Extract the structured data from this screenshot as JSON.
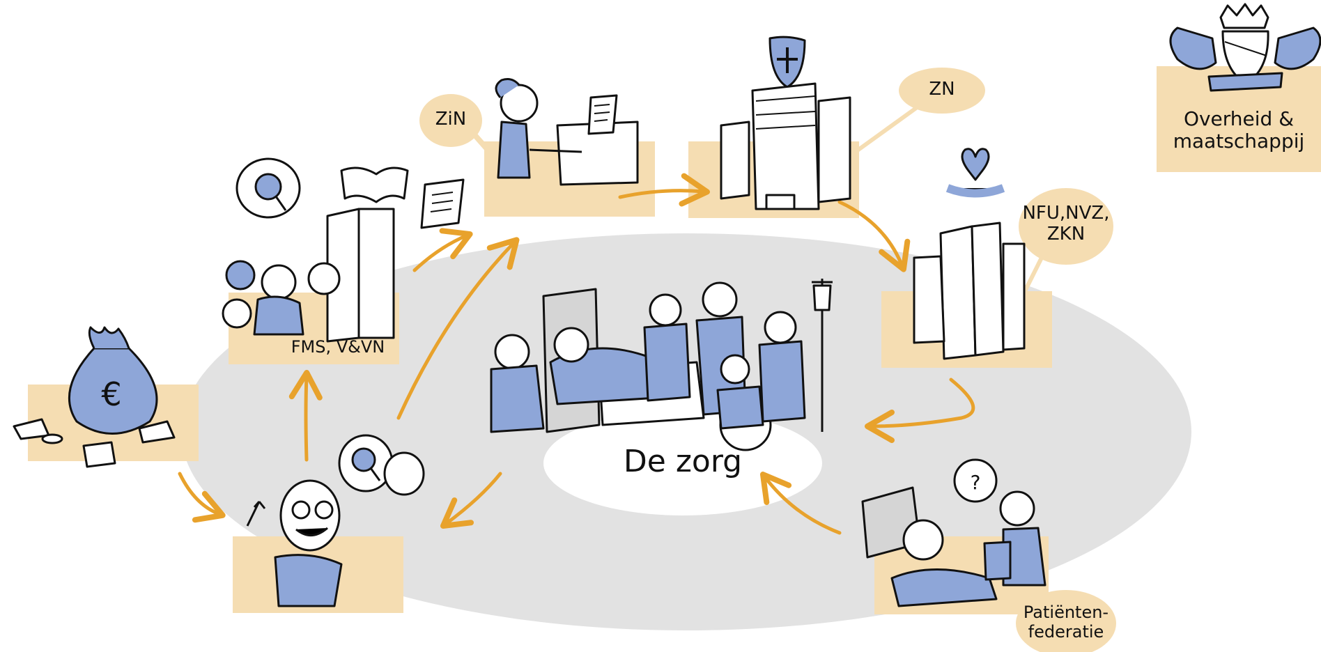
{
  "colors": {
    "accent_orange": "#e8a22c",
    "block_beige": "#f5ddb2",
    "figure_blue": "#8ea6d8",
    "ellipse_grey": "#e2e2e2",
    "ink": "#111111"
  },
  "diagram": {
    "center": {
      "label": "De zorg",
      "icon": "care-scene-icon"
    },
    "nodes": [
      {
        "id": "zin",
        "label": "ZiN",
        "icon": "person-with-box-icon"
      },
      {
        "id": "zn",
        "label": "ZN",
        "icon": "insurer-building-shield-icon"
      },
      {
        "id": "nfu",
        "label": "NFU,NVZ,\nZKN",
        "icon": "hospital-heart-icon"
      },
      {
        "id": "overheid",
        "label": "Overheid &\nmaatschappij",
        "icon": "coat-of-arms-icon"
      },
      {
        "id": "fms",
        "label": "FMS, V&VN",
        "icon": "professionals-research-icon"
      },
      {
        "id": "money",
        "label": "",
        "icon": "money-bag-euro-icon"
      },
      {
        "id": "researcher",
        "label": "",
        "icon": "researcher-idea-icon"
      },
      {
        "id": "patient",
        "label": "Patiënten-\nfederatie",
        "icon": "patient-in-bed-icon"
      }
    ]
  }
}
